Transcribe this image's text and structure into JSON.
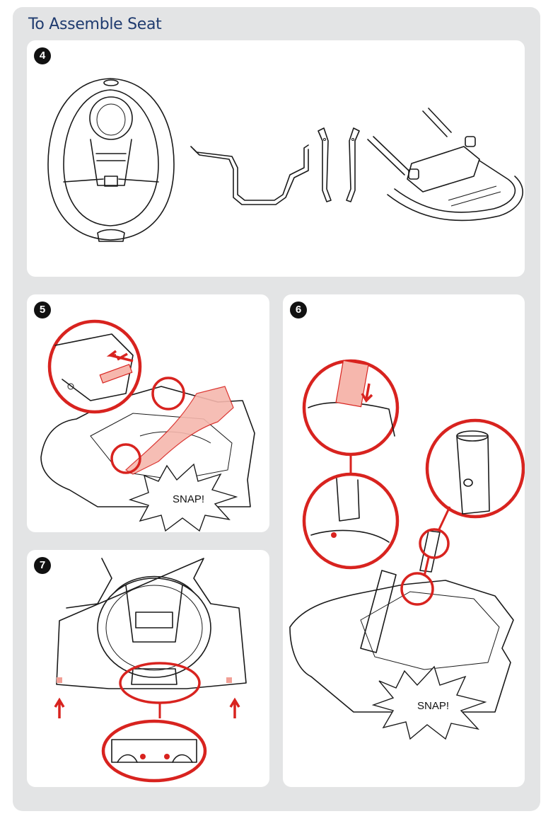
{
  "title": "To Assemble Seat",
  "steps": {
    "s4": "4",
    "s5": "5",
    "s6": "6",
    "s7": "7"
  },
  "callouts": {
    "snap5": "SNAP!",
    "snap6": "SNAP!"
  },
  "colors": {
    "accent": "#d8231f",
    "title": "#1f3b6f",
    "background": "#e3e4e5"
  }
}
